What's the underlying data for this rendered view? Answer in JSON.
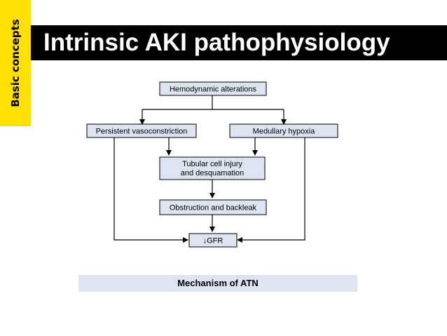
{
  "side_tab": {
    "label": "Basic concepts",
    "color": "#ffe000"
  },
  "title": "Intrinsic AKI pathophysiology",
  "flowchart": {
    "box_fill": "#dde4ef",
    "nodes": {
      "hemodynamic": "Hemodynamic alterations",
      "vasoconstriction": "Persistent vasoconstriction",
      "hypoxia": "Medullary hypoxia",
      "tubular_line1": "Tubular cell injury",
      "tubular_line2": "and desquamation",
      "obstruction": "Obstruction and backleak",
      "gfr": "↓GFR"
    }
  },
  "caption": "Mechanism of ATN"
}
